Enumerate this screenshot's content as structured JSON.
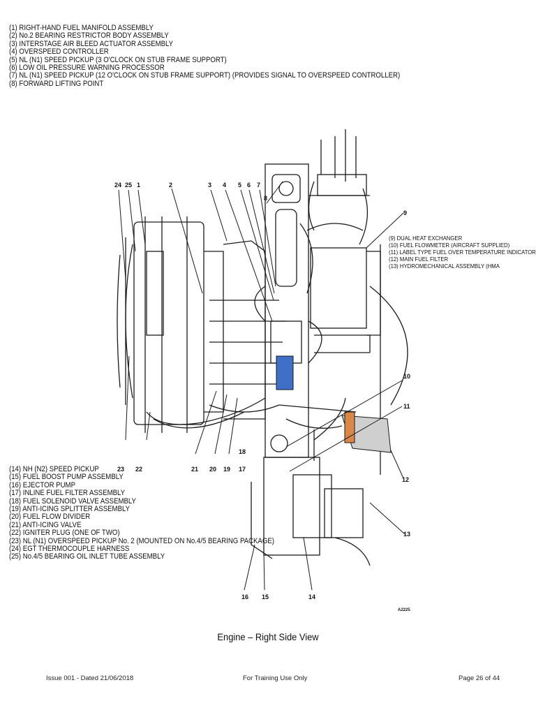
{
  "legend_top": [
    "(1) RIGHT-HAND FUEL MANIFOLD ASSEMBLY",
    "(2) No.2 BEARING RESTRICTOR BODY ASSEMBLY",
    "(3) INTERSTAGE AIR BLEED ACTUATOR ASSEMBLY",
    "(4) OVERSPEED CONTROLLER",
    "(5) NL (N1) SPEED PICKUP (3 O'CLOCK ON STUB FRAME SUPPORT)",
    "(6) LOW OIL PRESSURE WARNING PROCESSOR",
    "(7) NL (N1) SPEED PICKUP (12 O'CLOCK ON STUB FRAME SUPPORT) (PROVIDES SIGNAL TO OVERSPEED CONTROLLER)",
    "(8) FORWARD LIFTING POINT"
  ],
  "legend_right": [
    "(9) DUAL HEAT EXCHANGER",
    "(10) FUEL FLOWMETER (AIRCRAFT SUPPLIED)",
    "(11) LABEL TYPE FUEL OVER TEMPERATURE INDICATOR",
    "(12) MAIN FUEL FILTER",
    "(13) HYDROMECHANICAL ASSEMBLY (HMA"
  ],
  "legend_bottom": [
    "(14) NH (N2) SPEED PICKUP",
    "(15) FUEL BOOST PUMP ASSEMBLY",
    "(16) EJECTOR PUMP",
    "(17) INLINE FUEL FILTER ASSEMBLY",
    "(18) FUEL SOLENOID VALVE ASSEMBLY",
    "(19) ANTI-ICING SPLITTER ASSEMBLY",
    "(20) FUEL FLOW DIVIDER",
    "(21) ANTI-ICING VALVE",
    "(22) IGNITER PLUG (ONE OF TWO)",
    "(23) NL (N1) OVERSPEED PICKUP No. 2 (MOUNTED ON No.4/5 BEARING PACKAGE)",
    "(24) EGT THERMOCOUPLE HARNESS",
    "(25) No.4/5 BEARING OIL INLET TUBE ASSEMBLY"
  ],
  "diagram": {
    "callouts": [
      "24",
      "25",
      "1",
      "2",
      "3",
      "4",
      "5",
      "6",
      "7",
      "8",
      "9",
      "10",
      "11",
      "12",
      "13",
      "14",
      "15",
      "16",
      "17",
      "18",
      "19",
      "20",
      "21",
      "22",
      "23"
    ],
    "art_ref": "A2225",
    "highlight_colors": {
      "controller": "#3f6fc6",
      "fuel_filter_label": "#d9884a",
      "fuel_filter_body": "#cfcfcf",
      "line": "#1a1a1a"
    }
  },
  "caption": "Engine – Right Side View",
  "footer": {
    "issue": "Issue 001 - Dated 21/06/2018",
    "training": "For Training Use Only",
    "page": "Page 26 of 44"
  }
}
